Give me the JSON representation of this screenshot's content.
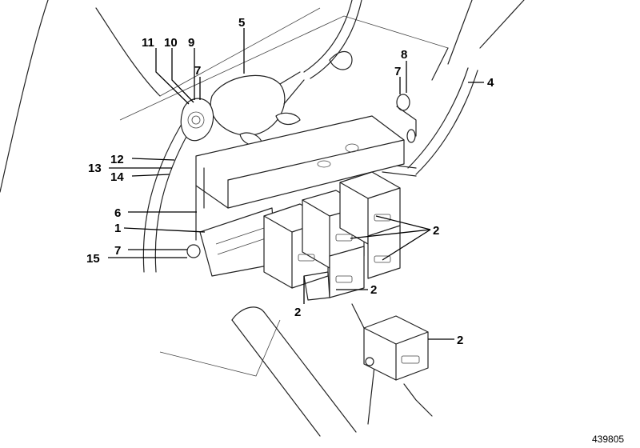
{
  "diagram": {
    "reference_number": "439805",
    "callouts": [
      {
        "id": "c11",
        "text": "11"
      },
      {
        "id": "c10",
        "text": "10"
      },
      {
        "id": "c9",
        "text": "9"
      },
      {
        "id": "c5",
        "text": "5"
      },
      {
        "id": "c8",
        "text": "8"
      },
      {
        "id": "c7a",
        "text": "7"
      },
      {
        "id": "c7b",
        "text": "7"
      },
      {
        "id": "c4",
        "text": "4"
      },
      {
        "id": "c12",
        "text": "12"
      },
      {
        "id": "c13",
        "text": "13"
      },
      {
        "id": "c14",
        "text": "14"
      },
      {
        "id": "c6",
        "text": "6"
      },
      {
        "id": "c1",
        "text": "1"
      },
      {
        "id": "c7c",
        "text": "7"
      },
      {
        "id": "c15",
        "text": "15"
      },
      {
        "id": "c2a",
        "text": "2"
      },
      {
        "id": "c2b",
        "text": "2"
      },
      {
        "id": "c2c",
        "text": "2"
      },
      {
        "id": "c2d",
        "text": "2"
      }
    ]
  }
}
